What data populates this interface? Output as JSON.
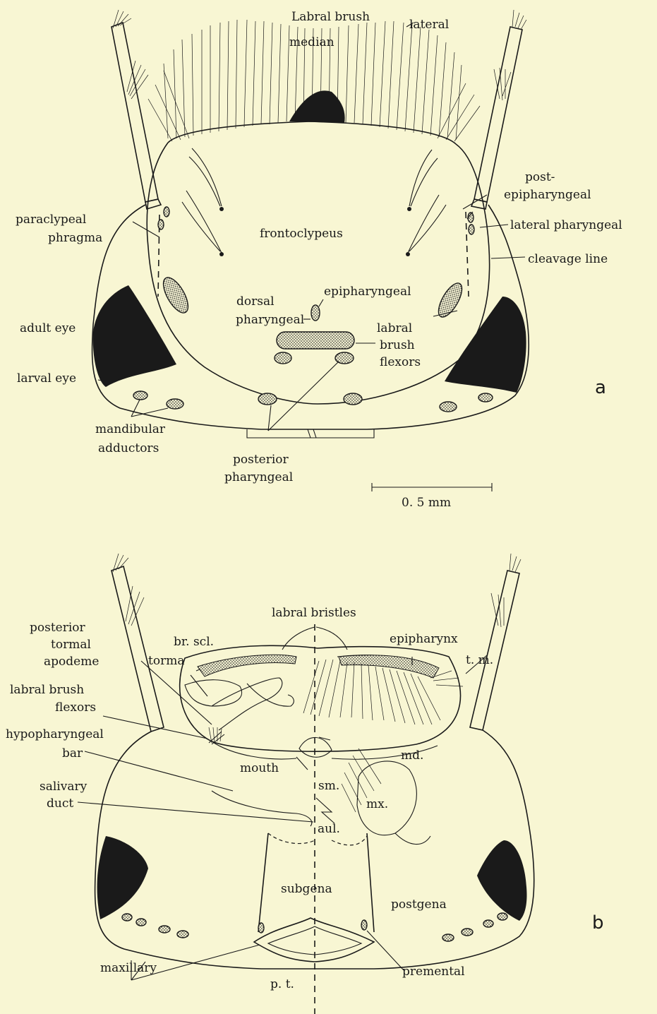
{
  "panel_a": {
    "panel_letter": "a",
    "labels": {
      "labral_brush": "Labral brush",
      "median": "median",
      "lateral": "lateral",
      "post_epipharyngeal_1": "post-",
      "post_epipharyngeal_2": "epipharyngeal",
      "paraclypeal_1": "paraclypeal",
      "paraclypeal_2": "phragma",
      "lateral_pharyngeal": "lateral pharyngeal",
      "frontoclypeus": "frontoclypeus",
      "cleavage_line": "cleavage line",
      "epipharyngeal": "epipharyngeal",
      "dorsal_1": "dorsal",
      "dorsal_2": "pharyngeal",
      "adult_eye": "adult eye",
      "labral_1": "labral",
      "labral_2": "brush",
      "labral_3": "flexors",
      "larval_eye": "larval eye",
      "mandibular_1": "mandibular",
      "mandibular_2": "adductors",
      "posterior_1": "posterior",
      "posterior_2": "pharyngeal"
    },
    "scale_bar": "0. 5 mm"
  },
  "panel_b": {
    "panel_letter": "b",
    "labels": {
      "labral_bristles": "labral bristles",
      "posterior_tormal_1": "posterior",
      "posterior_tormal_2": "tormal",
      "posterior_tormal_3": "apodeme",
      "br_scl": "br. scl.",
      "epipharynx": "epipharynx",
      "torma": "torma",
      "t_m": "t. m.",
      "labral_brush_1": "labral brush",
      "labral_brush_2": "flexors",
      "hypopharyngeal_1": "hypopharyngeal",
      "hypopharyngeal_2": "bar",
      "md": "md.",
      "mouth": "mouth",
      "sm": "sm.",
      "salivary_1": "salivary",
      "salivary_2": "duct",
      "mx": "mx.",
      "aul": "aul.",
      "subgena": "subgena",
      "postgena": "postgena",
      "maxillary": "maxillary",
      "premental": "premental",
      "p_t": "p. t."
    }
  }
}
